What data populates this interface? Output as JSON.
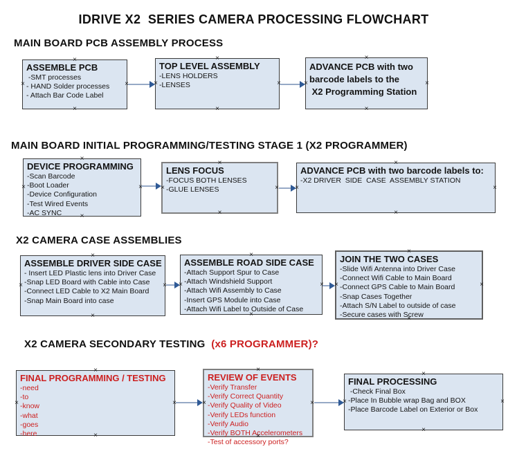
{
  "title": "IDRIVE X2  SERIES CAMERA PROCESSING FLOWCHART",
  "icons": {
    "connector_handle": "×"
  },
  "colors": {
    "box_fill": "#dbe5f1",
    "box_border": "#3a3a3a",
    "gray_border": "#7f7f7f",
    "red_text": "#cc2020",
    "arrow_line": "#96a9c6",
    "arrow_head": "#2f5a96",
    "text": "#141414"
  },
  "sections": [
    {
      "heading": "MAIN BOARD PCB ASSEMBLY PROCESS",
      "boxes": [
        {
          "title": "ASSEMBLE PCB",
          "items": [
            " -SMT processes",
            "- HAND Solder processes",
            "- Attach Bar Code Label"
          ]
        },
        {
          "title": "TOP LEVEL ASSEMBLY",
          "items": [
            "-LENS HOLDERS",
            "-LENSES"
          ]
        },
        {
          "title": "ADVANCE PCB with two",
          "items": [
            "barcode labels to the",
            " X2 Programming Station"
          ]
        }
      ]
    },
    {
      "heading": "MAIN BOARD INITIAL PROGRAMMING/TESTING STAGE 1 (X2 PROGRAMMER)",
      "boxes": [
        {
          "title": "DEVICE PROGRAMMING",
          "items": [
            "-Scan Barcode",
            "-Boot Loader",
            "-Device Configuration",
            "-Test Wired Events",
            "-AC SYNC"
          ]
        },
        {
          "title": "LENS FOCUS",
          "items": [
            "-FOCUS BOTH LENSES",
            "-GLUE LENSES"
          ]
        },
        {
          "title": "ADVANCE PCB with two barcode labels to:",
          "items": [
            "-X2 DRIVER  SIDE  CASE  ASSEMBLY STATION"
          ]
        }
      ]
    },
    {
      "heading": "X2 CAMERA CASE ASSEMBLIES",
      "boxes": [
        {
          "title": "ASSEMBLE DRIVER SIDE CASE",
          "items": [
            "- Insert LED Plastic lens into Driver Case",
            "-Snap LED Board with Cable into Case",
            "-Connect LED Cable to X2 Main Board",
            "-Snap Main Board into case"
          ]
        },
        {
          "title": "ASSEMBLE ROAD SIDE CASE",
          "items": [
            "-Attach Support Spur to Case",
            "-Attach Windshield Support",
            "-Attach Wifi Assembly to Case",
            "-Insert GPS Module into Case",
            "-Attach Wifi Label to Outside of Case"
          ]
        },
        {
          "title": "JOIN THE TWO CASES",
          "items": [
            "-Slide Wifi Antenna into Driver Case",
            "-Connect Wifi Cable to Main Board",
            "-Connect GPS Cable to Main Board",
            "-Snap Cases Together",
            "-Attach S/N Label to outside of case",
            "-Secure cases with Screw"
          ]
        }
      ]
    },
    {
      "heading": "X2 CAMERA SECONDARY TESTING  ",
      "heading_red": "(x6 PROGRAMMER)?",
      "boxes": [
        {
          "title": "FINAL PROGRAMMING / TESTING",
          "items": [
            "-need",
            "-to",
            "-know",
            "-what",
            "-goes",
            "-here"
          ]
        },
        {
          "title": "REVIEW OF EVENTS",
          "items": [
            "-Verify Transfer",
            "-Verify Correct Quantity",
            "-Verify Quality of Video",
            "-Verify LEDs function",
            "-Verify Audio",
            "-Verify BOTH Accelerometers",
            "-Test of accessory ports?"
          ]
        },
        {
          "title": "FINAL PROCESSING",
          "items": [
            " -Check Final Box",
            "-Place In Bubble wrap Bag and BOX",
            "-Place Barcode Label on Exterior or Box"
          ]
        }
      ]
    }
  ]
}
